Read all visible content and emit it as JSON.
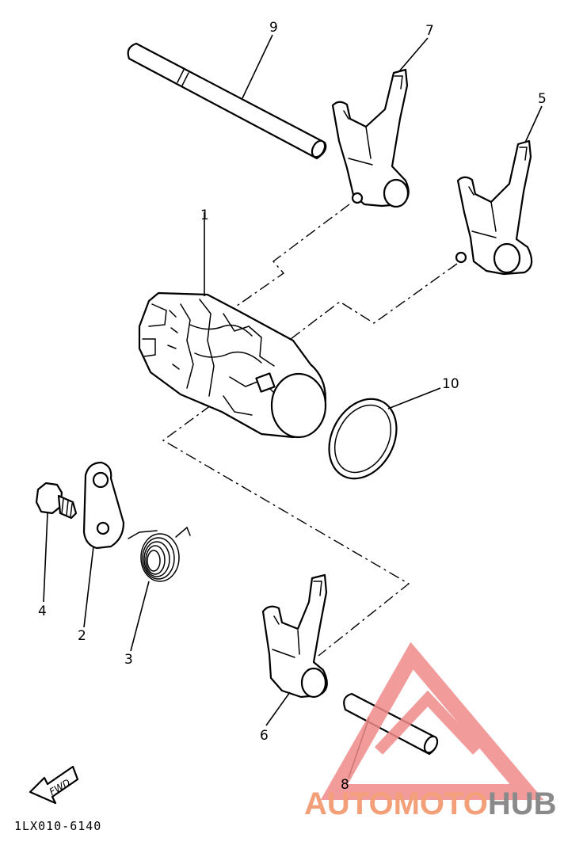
{
  "callouts": {
    "p1": "1",
    "p2": "2",
    "p3": "3",
    "p4": "4",
    "p5": "5",
    "p6": "6",
    "p7": "7",
    "p8": "8",
    "p9": "9",
    "p10": "10"
  },
  "fwd_label": "FWD",
  "diagram_code": "1LX010-6140",
  "watermark": {
    "brand_part1": "AUTOMOTO",
    "brand_part2": "HUB",
    "color_accent": "#f3a07a",
    "color_dark": "#8a8a8a",
    "color_triangle": "#f08a8a"
  }
}
